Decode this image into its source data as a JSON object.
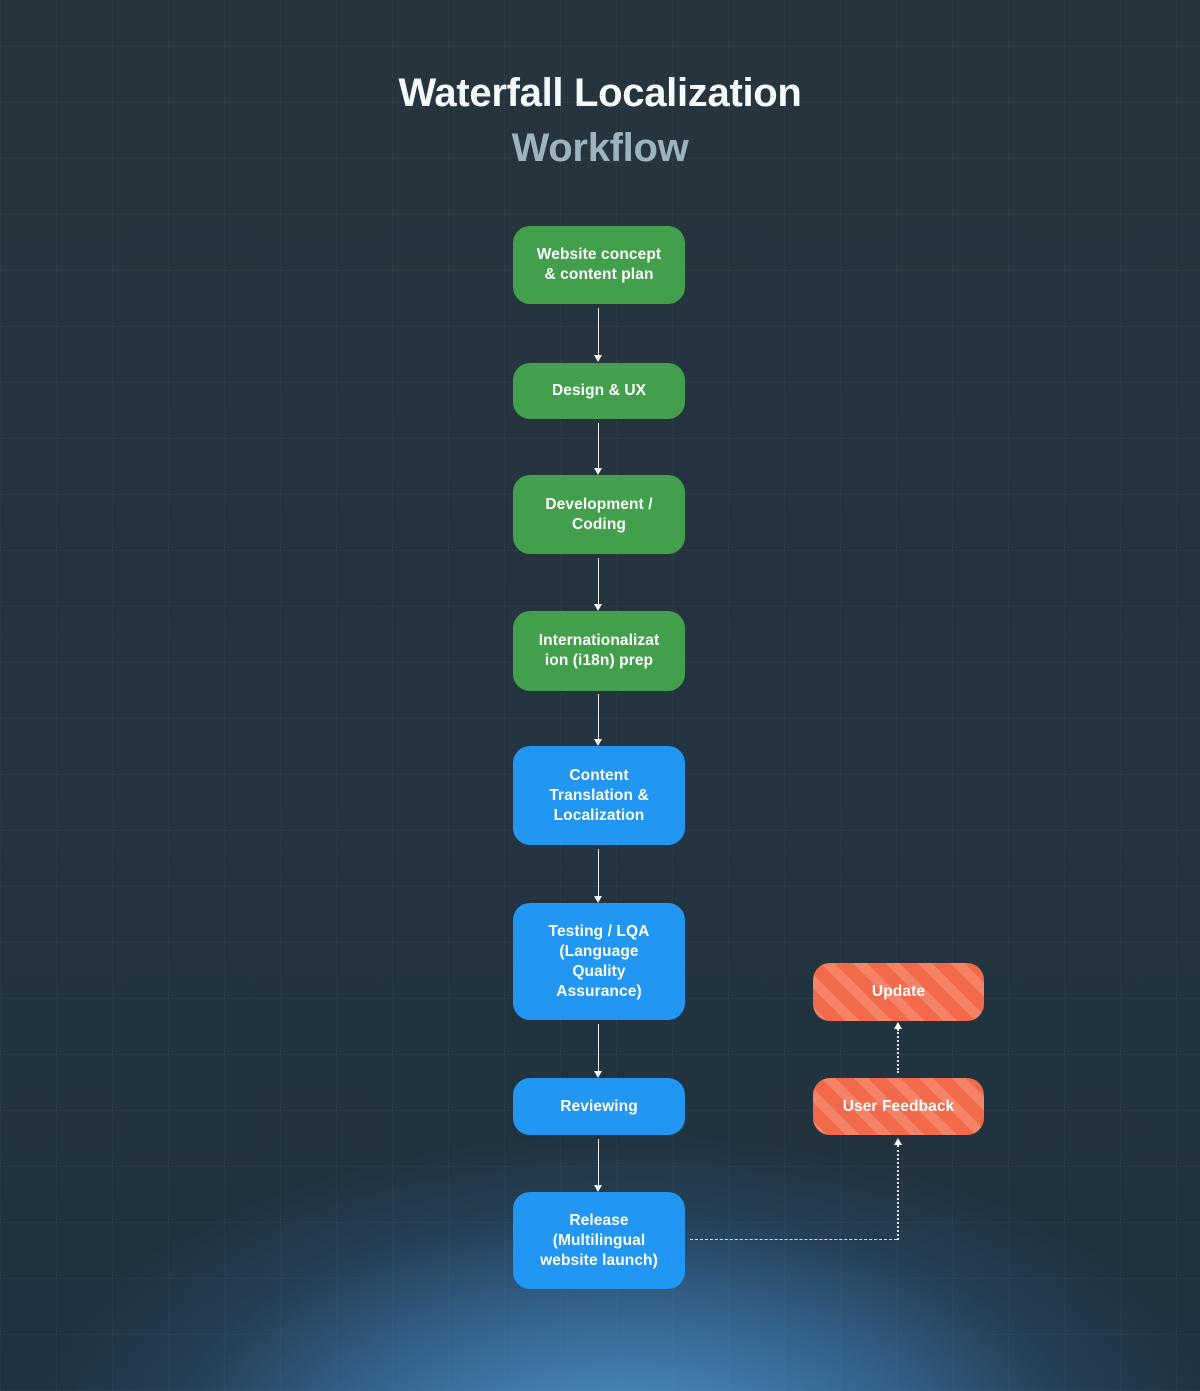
{
  "title": {
    "line1": "Waterfall Localization",
    "line2": "Workflow"
  },
  "flow": {
    "nodes": [
      {
        "label": "Website concept & content plan",
        "lines": [
          "Website concept",
          "& content plan"
        ],
        "color": "green"
      },
      {
        "label": "Design & UX",
        "lines": [
          "Design & UX"
        ],
        "color": "green"
      },
      {
        "label": "Development / Coding",
        "lines": [
          "Development /",
          "Coding"
        ],
        "color": "green"
      },
      {
        "label": "Internationalization (i18n) prep",
        "lines": [
          "Internationalizat",
          "ion (i18n) prep"
        ],
        "color": "green"
      },
      {
        "label": "Content Translation & Localization",
        "lines": [
          "Content",
          "Translation &",
          "Localization"
        ],
        "color": "blue"
      },
      {
        "label": "Testing / LQA (Language Quality Assurance)",
        "lines": [
          "Testing / LQA",
          "(Language",
          "Quality",
          "Assurance)"
        ],
        "color": "blue"
      },
      {
        "label": "Reviewing",
        "lines": [
          "Reviewing"
        ],
        "color": "blue"
      },
      {
        "label": "Release (Multilingual website launch)",
        "lines": [
          "Release",
          "(Multilingual",
          "website launch)"
        ],
        "color": "blue"
      },
      {
        "label": "Update",
        "lines": [
          "Update"
        ],
        "color": "orange"
      },
      {
        "label": "User Feedback",
        "lines": [
          "User Feedback"
        ],
        "color": "orange"
      }
    ],
    "edges": [
      {
        "from": "Website concept & content plan",
        "to": "Design & UX",
        "style": "solid"
      },
      {
        "from": "Design & UX",
        "to": "Development / Coding",
        "style": "solid"
      },
      {
        "from": "Development / Coding",
        "to": "Internationalization (i18n) prep",
        "style": "solid"
      },
      {
        "from": "Internationalization (i18n) prep",
        "to": "Content Translation & Localization",
        "style": "solid"
      },
      {
        "from": "Content Translation & Localization",
        "to": "Testing / LQA (Language Quality Assurance)",
        "style": "solid"
      },
      {
        "from": "Testing / LQA (Language Quality Assurance)",
        "to": "Reviewing",
        "style": "solid"
      },
      {
        "from": "Reviewing",
        "to": "Release (Multilingual website launch)",
        "style": "solid"
      },
      {
        "from": "Release (Multilingual website launch)",
        "to": "User Feedback",
        "style": "dashed"
      },
      {
        "from": "User Feedback",
        "to": "Update",
        "style": "dashed"
      }
    ]
  },
  "colors": {
    "background": "#243440",
    "background_glow": "#4287c2",
    "node_green": "#42a04d",
    "node_blue": "#2196f3",
    "node_orange": "#f26a4a",
    "node_orange_stripe": "#f78b66",
    "arrow": "#ffffff",
    "title_primary": "#f6fafc",
    "title_secondary": "#9fb3be",
    "node_text": "#ffffff"
  }
}
